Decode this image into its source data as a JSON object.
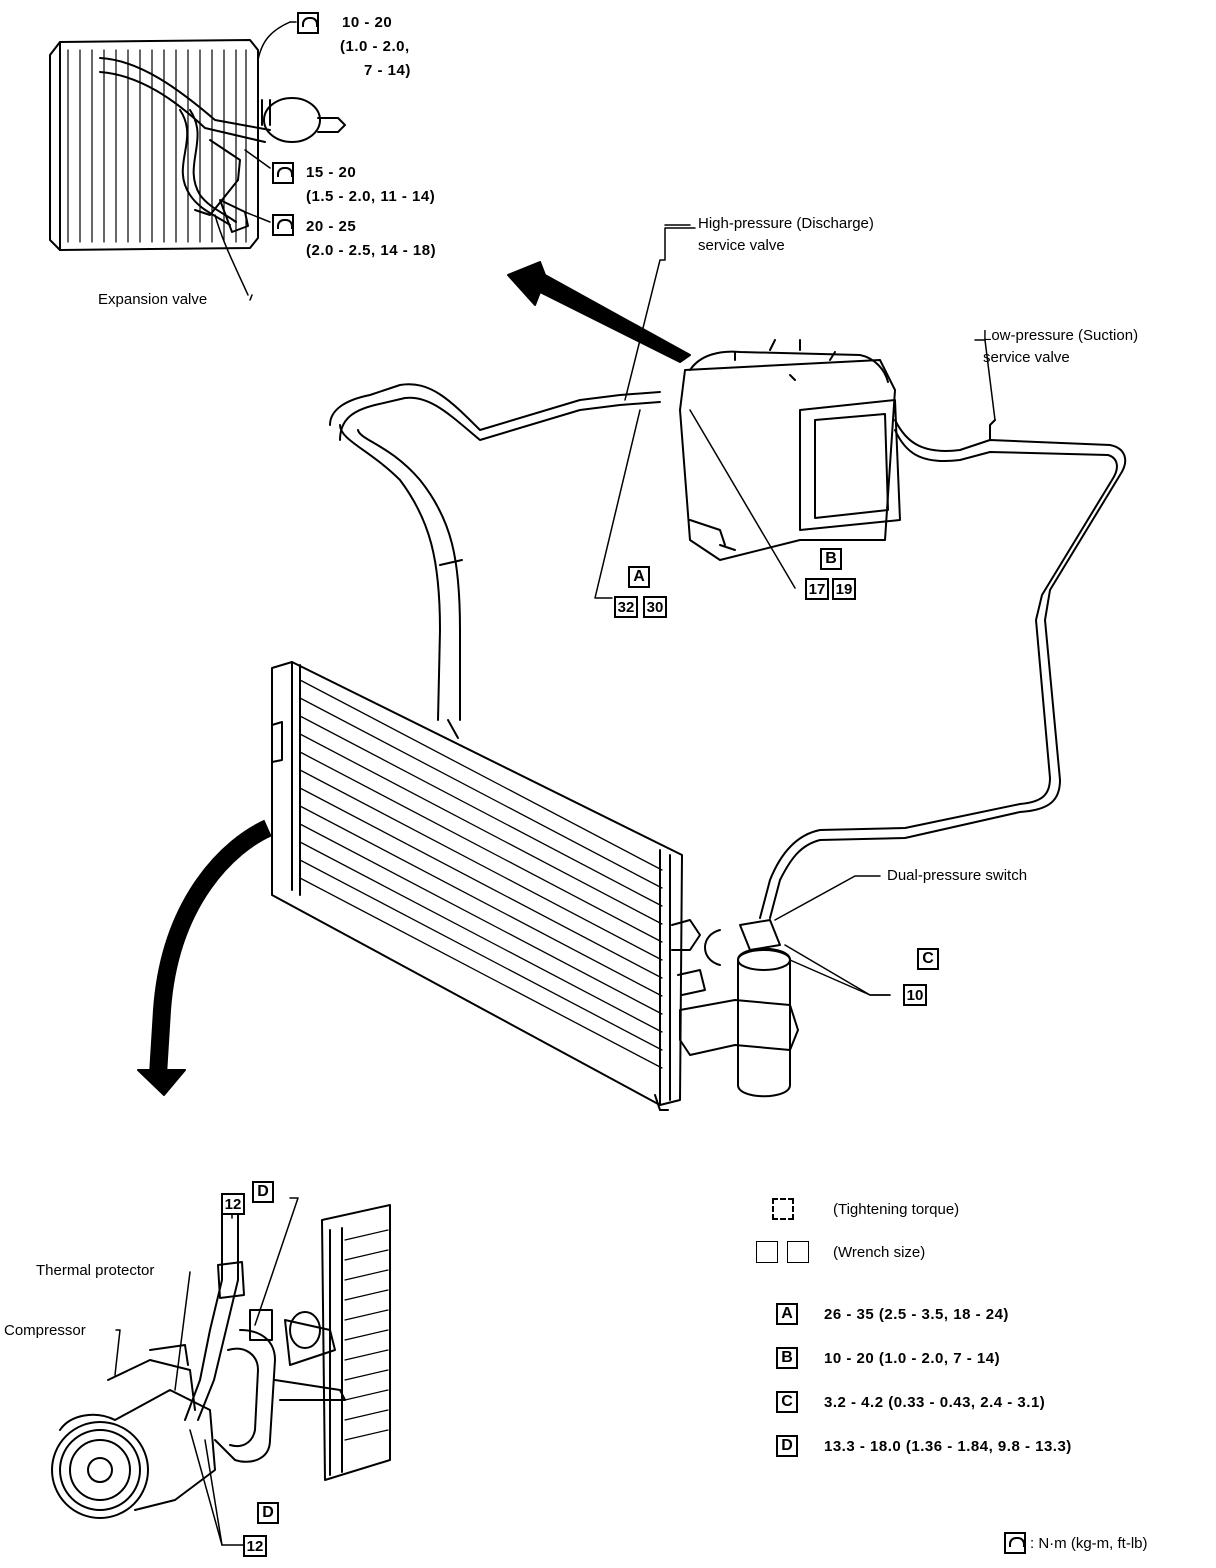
{
  "top_left_torque": {
    "t1_line1": "10 - 20",
    "t1_line2": "(1.0 - 2.0,",
    "t1_line3": "7 - 14)",
    "t2_line1": "15 - 20",
    "t2_line2": "(1.5 - 2.0, 11 - 14)",
    "t3_line1": "20 - 25",
    "t3_line2": "(2.0 - 2.5, 14 - 18)"
  },
  "labels": {
    "expansion_valve": "Expansion valve",
    "high_pressure_line1": "High-pressure (Discharge)",
    "high_pressure_line2": "service valve",
    "low_pressure_line1": "Low-pressure (Suction)",
    "low_pressure_line2": "service valve",
    "dual_pressure_switch": "Dual-pressure switch",
    "thermal_protector": "Thermal protector",
    "compressor": "Compressor"
  },
  "callouts": {
    "a_letter": "A",
    "a_num1": "32",
    "a_num2": "30",
    "b_letter": "B",
    "b_num1": "17",
    "b_num2": "19",
    "c_letter": "C",
    "c_num": "10",
    "d_letter_top": "D",
    "d_num_top": "12",
    "d_letter_bottom": "D",
    "d_num_bottom": "12"
  },
  "legend": {
    "tightening_torque": "(Tightening torque)",
    "wrench_size": "(Wrench size)",
    "rows": [
      {
        "key": "A",
        "value": "26 - 35 (2.5 - 3.5, 18 - 24)"
      },
      {
        "key": "B",
        "value": "10 - 20 (1.0 - 2.0, 7 - 14)"
      },
      {
        "key": "C",
        "value": "3.2 - 4.2 (0.33 - 0.43, 2.4 - 3.1)"
      },
      {
        "key": "D",
        "value": "13.3 - 18.0 (1.36 - 1.84, 9.8 - 13.3)"
      }
    ],
    "units": ": N·m (kg-m, ft-lb)"
  }
}
